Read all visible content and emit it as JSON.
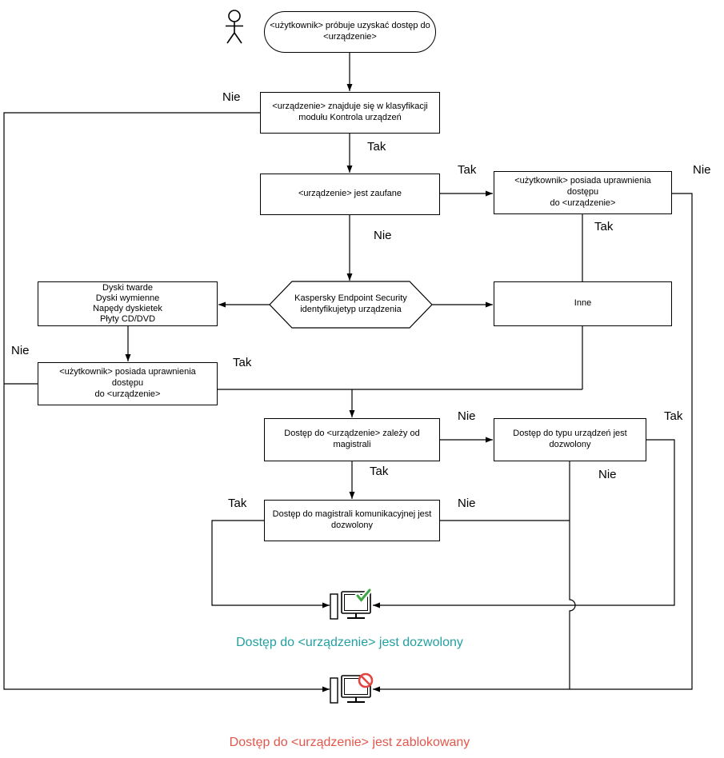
{
  "diagram": {
    "nodes": {
      "start": [
        "<użytkownik> próbuje uzyskać dostęp do",
        "<urządzenie>"
      ],
      "classification": [
        "<urządzenie> znajduje się w klasyfikacji",
        "modułu Kontrola urządzeń"
      ],
      "trusted": [
        "<urządzenie> jest zaufane"
      ],
      "permissions_top": [
        "<użytkownik> posiada uprawnienia dostępu",
        "do <urządzenie>"
      ],
      "identify": [
        "Kaspersky Endpoint Security identyfikuje",
        "typ urządzenia"
      ],
      "device_types": [
        "Dyski twarde",
        "Dyski wymienne",
        "Napędy dyskietek",
        "Płyty CD/DVD"
      ],
      "other": [
        "Inne"
      ],
      "permissions_left": [
        "<użytkownik> posiada uprawnienia dostępu",
        "do <urządzenie>"
      ],
      "bus_dependency": [
        "Dostęp do <urządzenie> zależy od",
        "magistrali"
      ],
      "type_allowed": [
        "Dostęp do typu urządzeń jest",
        "dozwolony"
      ],
      "bus_allowed": [
        "Dostęp do magistrali komunikacyjnej jest",
        "dozwolony"
      ]
    },
    "labels": {
      "yes": "Tak",
      "no": "Nie"
    },
    "captions": {
      "allowed": "Dostęp do <urządzenie> jest dozwolony",
      "blocked": "Dostęp do <urządzenie> jest zablokowany"
    },
    "icons": {
      "actor": "person-icon",
      "allowed": "computer-with-green-check-icon",
      "blocked": "computer-with-red-prohibition-icon"
    },
    "colors": {
      "allowed": "#23a0a0",
      "blocked": "#e2574c",
      "check": "#3fa746",
      "prohibition": "#e04641",
      "line": "#000000"
    }
  }
}
